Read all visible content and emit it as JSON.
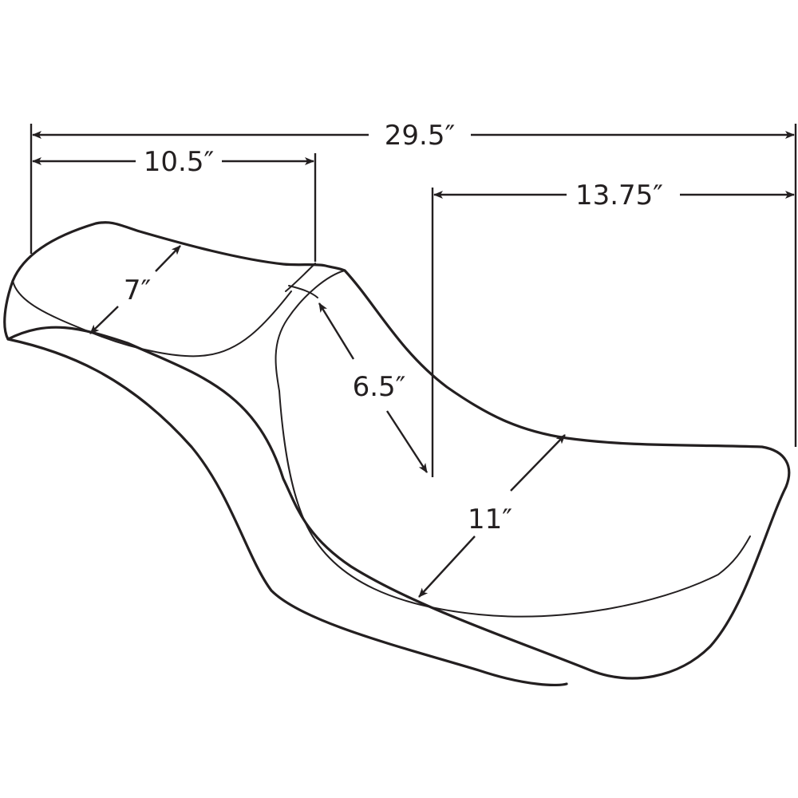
{
  "diagram": {
    "subject": "Two-up motorcycle seat with dimensions",
    "line_color": "#231f20",
    "background": "#ffffff",
    "dimensions": {
      "overall_length": "29.5″",
      "passenger_length": "10.5″",
      "rider_length": "13.75″",
      "passenger_width": "7″",
      "waist_width": "6.5″",
      "rider_width": "11″"
    }
  }
}
